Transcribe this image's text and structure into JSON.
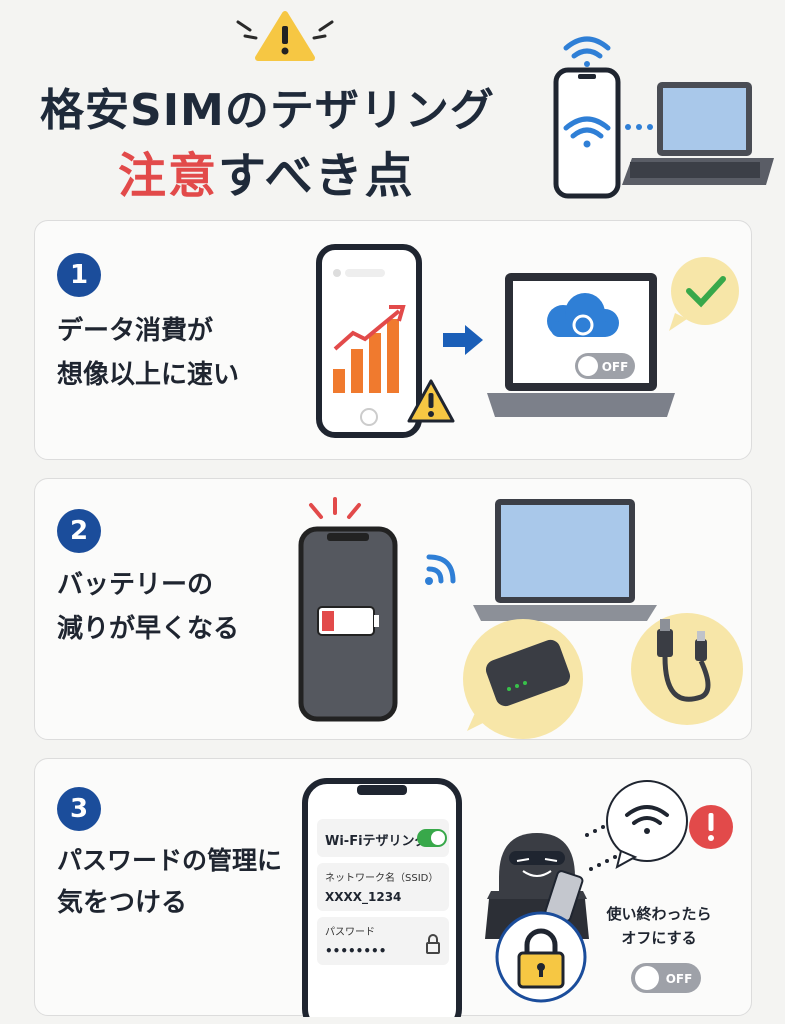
{
  "header": {
    "title_line1": "格安SIMのテザリング",
    "title_accent": "注意",
    "title_line2_rest": "すべき点",
    "warning_icon": "warning-triangle-icon",
    "illustration_icons": [
      "smartphone-icon",
      "wifi-icon",
      "laptop-icon"
    ]
  },
  "colors": {
    "accent_red": "#e24a4a",
    "badge_blue": "#1b4d9b",
    "warning_yellow": "#f6c743",
    "check_green": "#38a84a",
    "cloud_blue": "#2f7fd6"
  },
  "points": [
    {
      "number": "1",
      "line1": "データ消費が",
      "line2": "想像以上に速い",
      "toggle_label": "OFF",
      "icons": [
        "smartphone-chart-icon",
        "warning-triangle-icon",
        "arrow-right-icon",
        "laptop-icon",
        "cloud-sync-icon",
        "check-icon"
      ]
    },
    {
      "number": "2",
      "line1": "バッテリーの",
      "line2": "減りが早くなる",
      "icons": [
        "low-battery-icon",
        "wifi-signal-icon",
        "laptop-icon",
        "mobile-battery-icon",
        "usb-cable-icon"
      ]
    },
    {
      "number": "3",
      "line1": "パスワードの管理に",
      "line2": "気をつける",
      "phone_settings": {
        "tethering_label": "Wi-Fiテザリング",
        "network_label": "ネットワーク名（SSID）",
        "network_value": "XXXX_1234",
        "password_label": "パスワード",
        "password_value": "••••••••"
      },
      "tip_line1": "使い終わったら",
      "tip_line2": "オフにする",
      "toggle_label": "OFF",
      "icons": [
        "hacker-icon",
        "wifi-bubble-icon",
        "alert-icon",
        "padlock-icon",
        "lock-icon"
      ]
    }
  ]
}
